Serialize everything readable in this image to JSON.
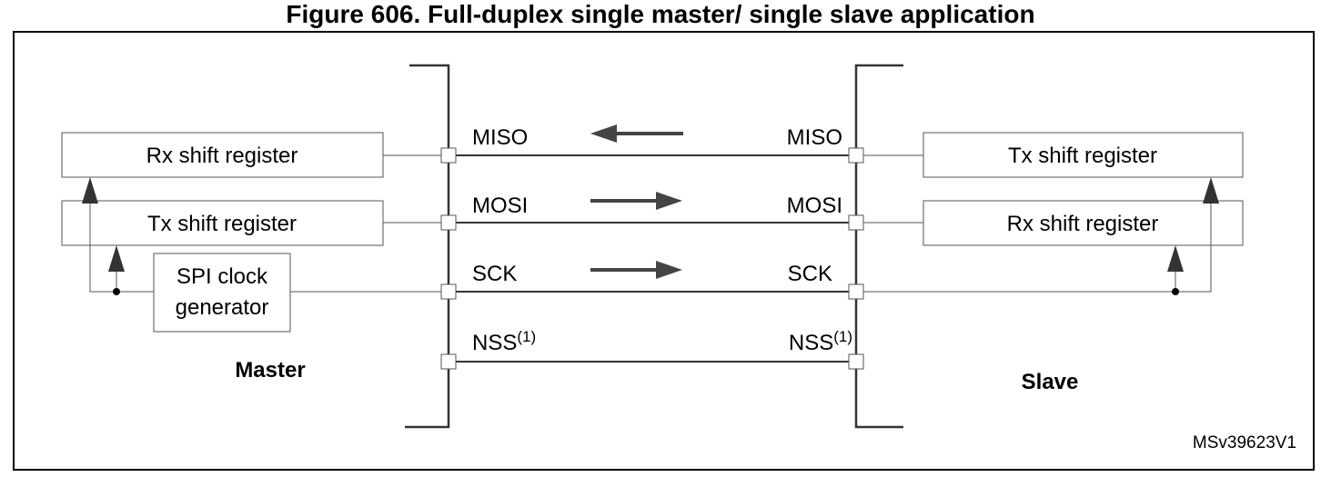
{
  "title": "Figure 606. Full-duplex single master/ single slave application",
  "master": {
    "label": "Master",
    "rx_register": "Rx shift register",
    "tx_register": "Tx shift register",
    "clock_generator_line1": "SPI clock",
    "clock_generator_line2": "generator"
  },
  "slave": {
    "label": "Slave",
    "tx_register": "Tx shift register",
    "rx_register": "Rx shift register"
  },
  "signals": {
    "miso": "MISO",
    "mosi": "MOSI",
    "sck": "SCK",
    "nss": "NSS",
    "nss_footnote": "(1)"
  },
  "reference_code": "MSv39623V1"
}
